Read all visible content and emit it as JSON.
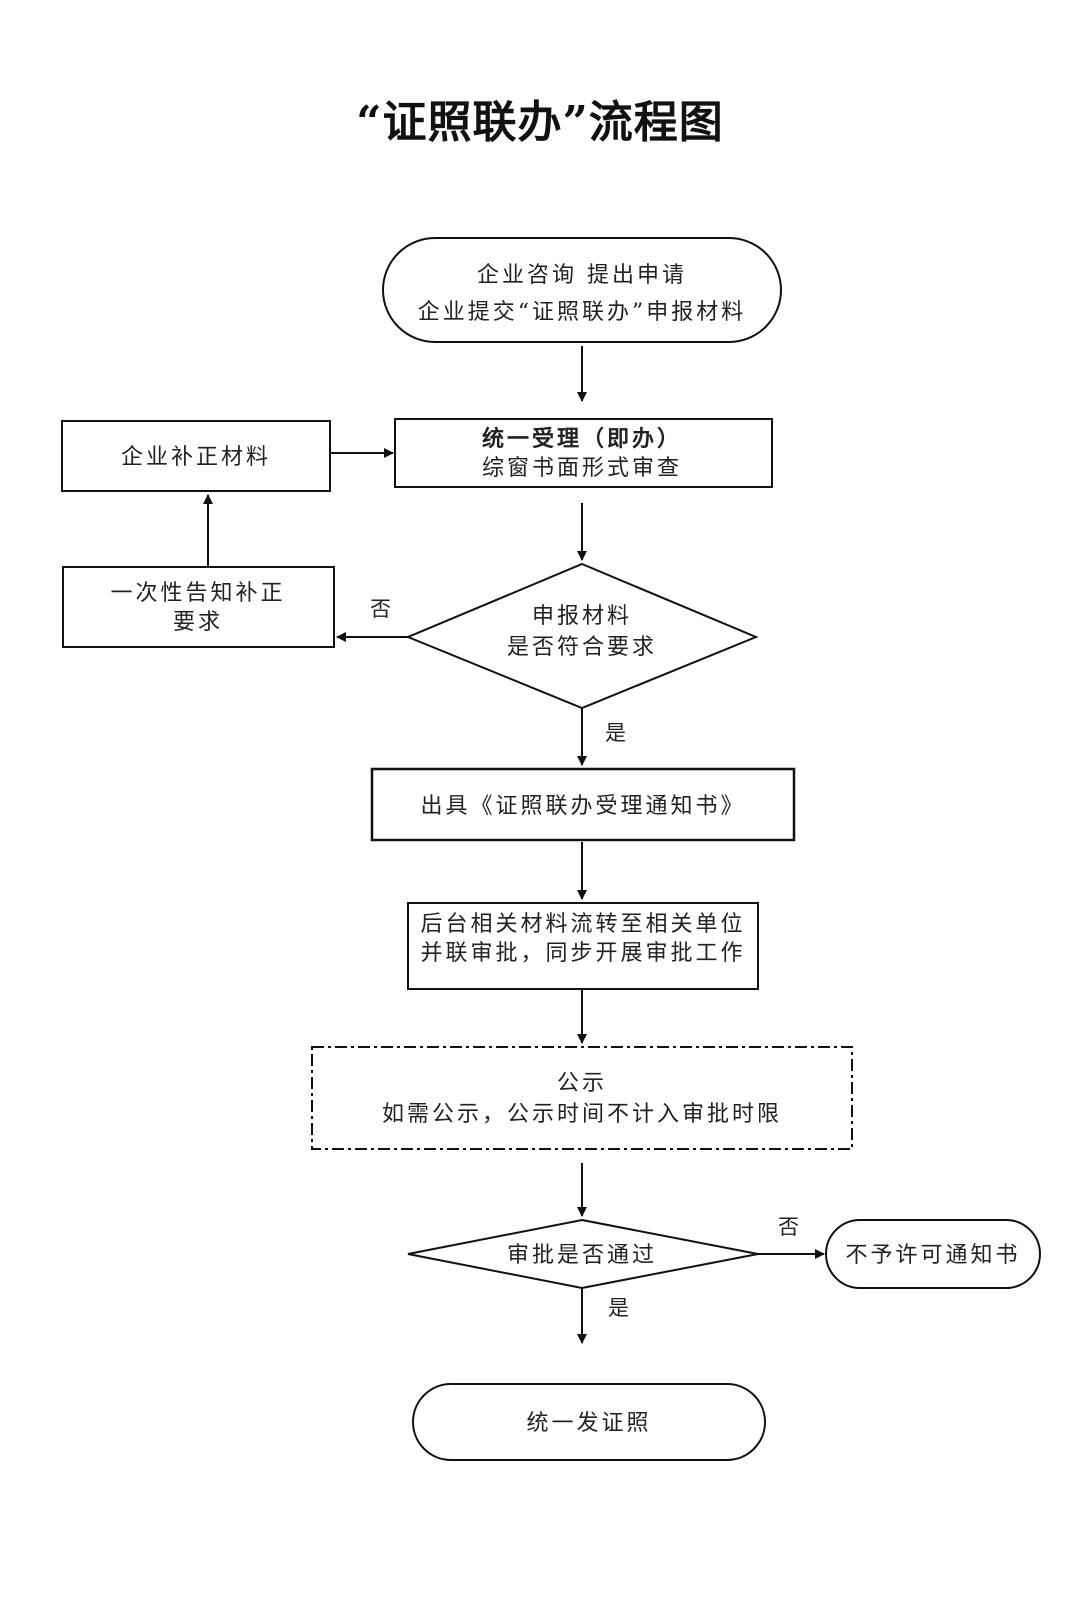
{
  "title": "“证照联办”流程图",
  "nodes": {
    "start_line1": "企业咨询  提出申请",
    "start_line2": "企业提交“证照联办”申报材料",
    "accept_line1": "统一受理（即办）",
    "accept_line2": "综窗书面形式审查",
    "supplement": "企业补正材料",
    "notify_line1": "一次性告知补正",
    "notify_line2": "要求",
    "check_line1": "申报材料",
    "check_line2": "是否符合要求",
    "notice": "出具《证照联办受理通知书》",
    "transfer_line1": "后台相关材料流转至相关单位",
    "transfer_line2": "并联审批，同步开展审批工作",
    "publicity_line1": "公示",
    "publicity_line2": "如需公示，公示时间不计入审批时限",
    "approve": "审批是否通过",
    "reject": "不予许可通知书",
    "issue": "统一发证照"
  },
  "labels": {
    "no1": "否",
    "yes1": "是",
    "no2": "否",
    "yes2": "是"
  }
}
